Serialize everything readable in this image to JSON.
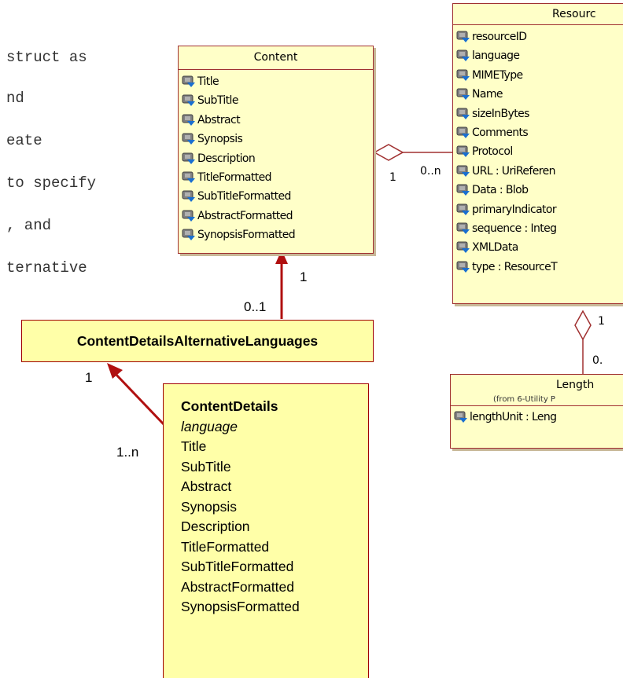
{
  "background_text": {
    "lines": [
      "struct as",
      "nd",
      "eate",
      "to specify",
      ", and",
      "ternative"
    ]
  },
  "content_class": {
    "title": "Content",
    "attributes": [
      "Title",
      "SubTitle",
      "Abstract",
      "Synopsis",
      "Description",
      "TitleFormatted",
      "SubTitleFormatted",
      "AbstractFormatted",
      "SynopsisFormatted"
    ]
  },
  "resource_class": {
    "title": "Resourc",
    "attributes": [
      "resourceID",
      "language",
      "MIMEType",
      "Name",
      "sizeInBytes",
      "Comments",
      "Protocol",
      "URL : UriReferen",
      "Data : Blob",
      "primaryIndicator",
      "sequence : Integ",
      "XMLData",
      "type : ResourceT"
    ]
  },
  "length_class": {
    "title": "Length",
    "subtitle": "(from 6-Utility P",
    "attributes": [
      "lengthUnit : Leng"
    ]
  },
  "multiplicities": {
    "content_resource_near": "1",
    "content_resource_far": "0..n",
    "resource_length_near": "1",
    "resource_length_far": "0.",
    "content_to_alt": "1",
    "alt_to_content": "0..1",
    "alt_to_details": "1",
    "details_to_alt": "1..n"
  },
  "alt_languages_box": {
    "label": "ContentDetailsAlternativeLanguages"
  },
  "content_details_box": {
    "title": "ContentDetails",
    "italic_line": "language",
    "lines": [
      "Title",
      "SubTitle",
      "Abstract",
      "Synopsis",
      "Description",
      "TitleFormatted",
      "SubTitleFormatted",
      "AbstractFormatted",
      "SynopsisFormatted"
    ]
  },
  "colors": {
    "uml_fill": "#ffffc8",
    "callout_fill": "#ffffa8",
    "callout_border": "#a00000",
    "arrow": "#b01010"
  }
}
